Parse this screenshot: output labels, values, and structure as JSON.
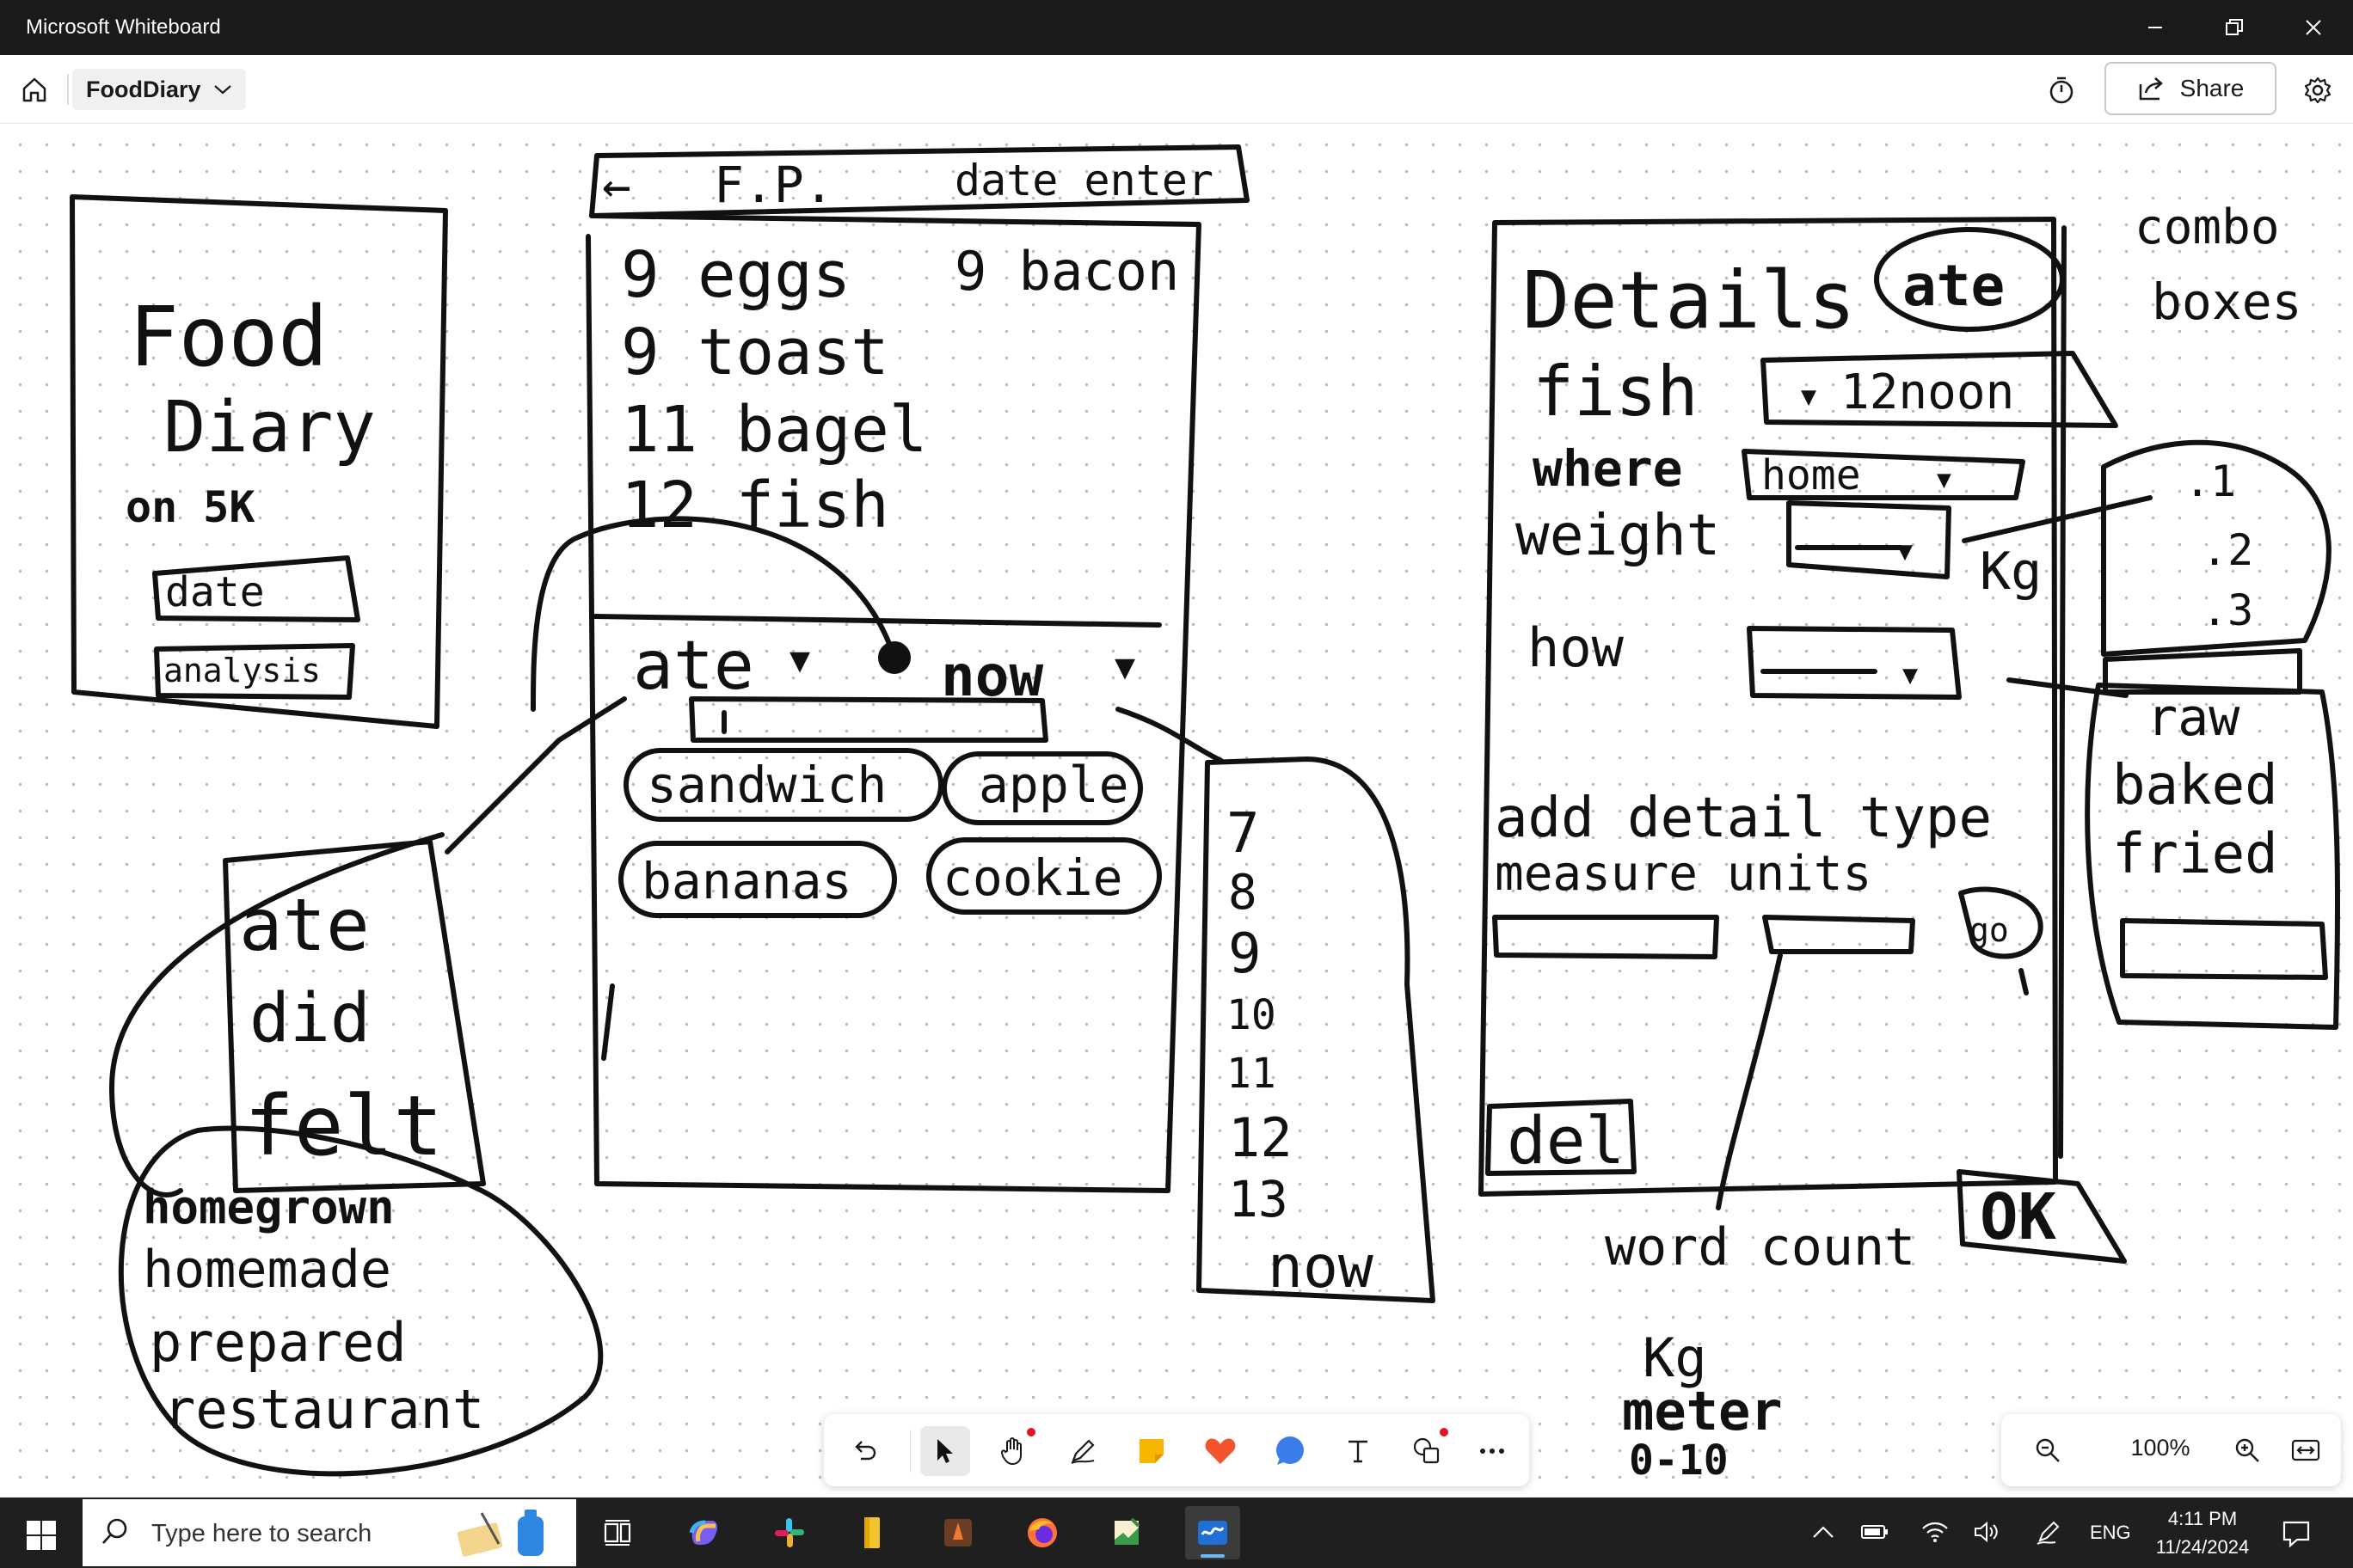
{
  "window": {
    "title": "Microsoft Whiteboard"
  },
  "appbar": {
    "board_name": "FoodDiary",
    "share_label": "Share"
  },
  "zoom": {
    "level": "100%"
  },
  "taskbar": {
    "search_placeholder": "Type here to search",
    "language": "ENG",
    "time": "4:11 PM",
    "date": "11/24/2024"
  },
  "whiteboard": {
    "sketch1": {
      "title_line1": "Food",
      "title_line2": "Diary",
      "subtitle": "on 5K",
      "btn1": "date",
      "btn2": "analysis"
    },
    "sketch2": {
      "header_back": "←",
      "header_title": "F.P.",
      "header_right": "date enter",
      "entries": [
        "9 eggs",
        "9 bacon",
        "9 toast",
        "11 bagel",
        "12 fish"
      ],
      "verb_dropdown": "ate",
      "time_dropdown": "now",
      "chips": [
        "sandwich",
        "apple",
        "bananas",
        "cookie"
      ]
    },
    "verbs": [
      "ate",
      "did",
      "felt"
    ],
    "sources": [
      "homegrown",
      "homemade",
      "prepared",
      "restaurant"
    ],
    "hours": [
      "7",
      "8",
      "9",
      "10",
      "11",
      "12",
      "13",
      "now"
    ],
    "sketch3": {
      "title": "Details",
      "badge": "ate",
      "food": "fish",
      "time_value": "12noon",
      "where_label": "where",
      "where_value": "home",
      "weight_label": "weight",
      "weight_unit": "Kg",
      "how_label": "how",
      "add_detail_line1": "add detail type",
      "add_detail_line2": "measure units",
      "go_label": "go",
      "del_label": "del",
      "ok_label": "OK"
    },
    "notes": {
      "combo_line1": "combo",
      "combo_line2": "boxes",
      "weights": [
        ".1",
        ".2",
        ".3"
      ],
      "methods": [
        "raw",
        "baked",
        "fried"
      ],
      "units": [
        "word count",
        "Kg",
        "meter",
        "0-10"
      ]
    }
  }
}
